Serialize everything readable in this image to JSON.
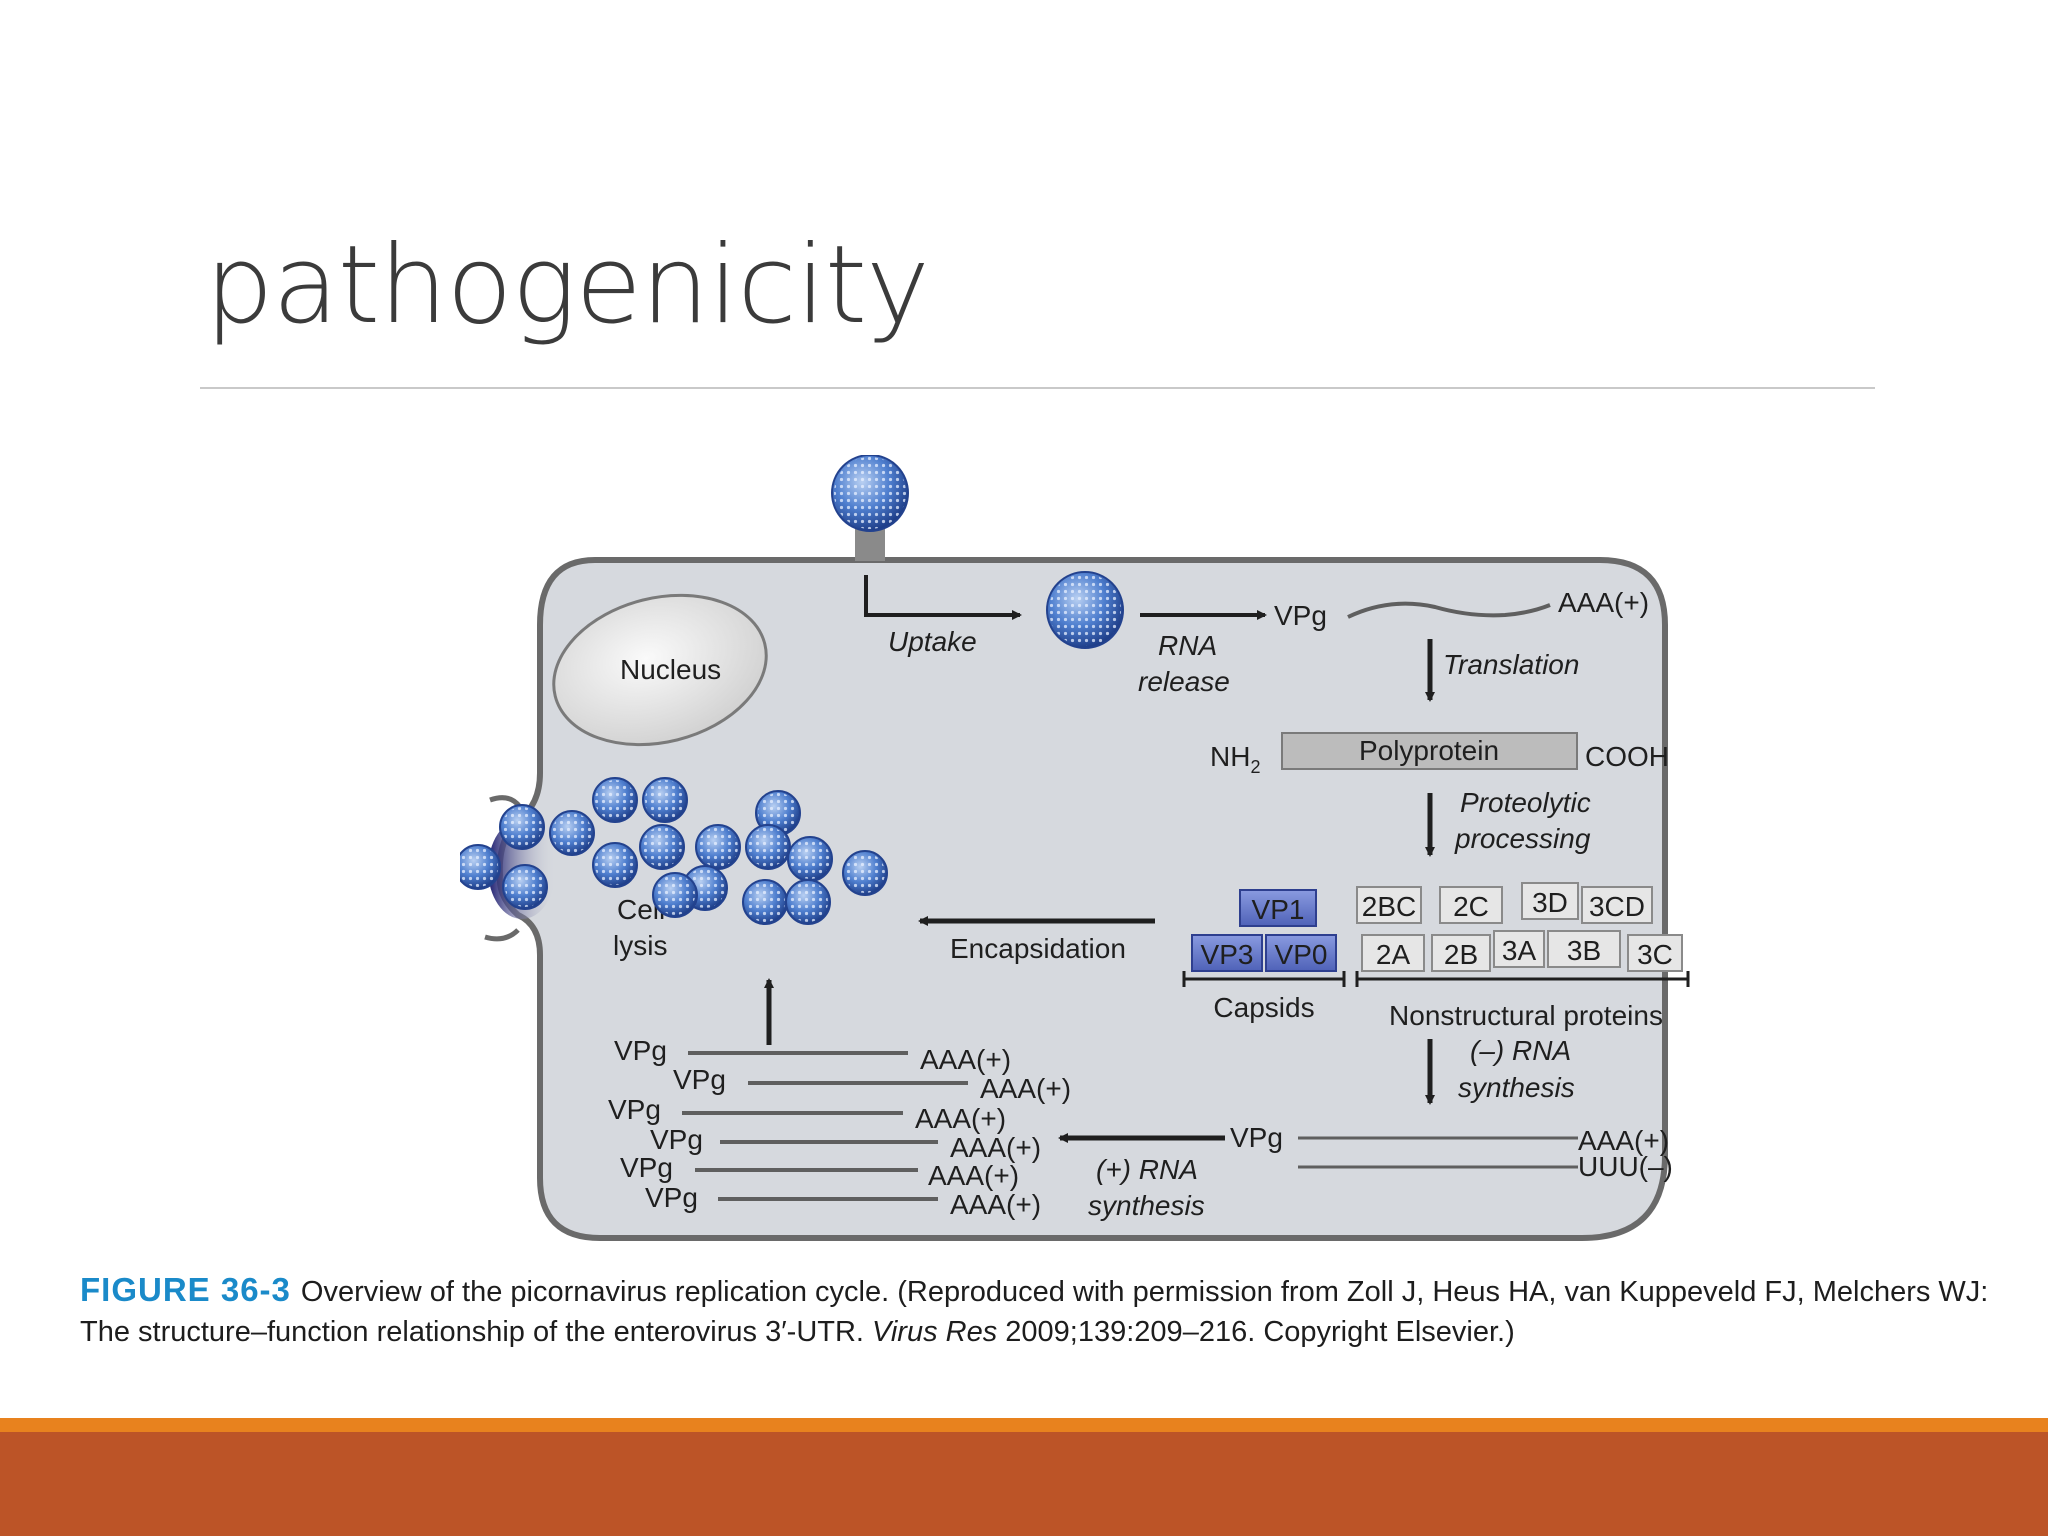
{
  "slide": {
    "title": "pathogenicity"
  },
  "diagram": {
    "nucleus": "Nucleus",
    "uptake": "Uptake",
    "rna_release": [
      "RNA",
      "release"
    ],
    "vpg": "VPg",
    "aaa_plus": "AAA(+)",
    "uuu_minus": "UUU(–)",
    "translation": "Translation",
    "nh2": "NH",
    "nh2_sub": "2",
    "polyprotein": "Polyprotein",
    "cooh": "COOH",
    "proteolytic": [
      "Proteolytic",
      "processing"
    ],
    "capsid_proteins": [
      "VP1",
      "VP3",
      "VP0"
    ],
    "capsids_label": "Capsids",
    "nonstructural_row1": [
      "2BC",
      "2C",
      "3D",
      "3CD"
    ],
    "nonstructural_row2": [
      "2A",
      "2B",
      "3A",
      "3B",
      "3C"
    ],
    "nonstructural_label": "Nonstructural proteins",
    "minus_rna": [
      "(–) RNA",
      "synthesis"
    ],
    "plus_rna": [
      "(+) RNA",
      "synthesis"
    ],
    "encapsidation": "Encapsidation",
    "cell_lysis": [
      "Cell",
      "lysis"
    ]
  },
  "caption": {
    "figure_label": "FIGURE 36-3",
    "text_before": "Overview of the picornavirus replication cycle. (Reproduced with permission from Zoll J, Heus HA, van Kuppeveld FJ, Melchers WJ: The structure–function relationship of the enterovirus 3′-UTR. ",
    "journal": "Virus Res",
    "text_after": " 2009;139:209–216. Copyright Elsevier.)"
  },
  "colors": {
    "cell_fill": "#d6d9de",
    "cell_border": "#6a6a6a",
    "virus_blue": "#3f6fc0",
    "capsid_fill": "#6c7fd0",
    "footer_orange": "#e8821e",
    "footer_rust": "#bc5427",
    "caption_blue": "#1a8ac9"
  }
}
